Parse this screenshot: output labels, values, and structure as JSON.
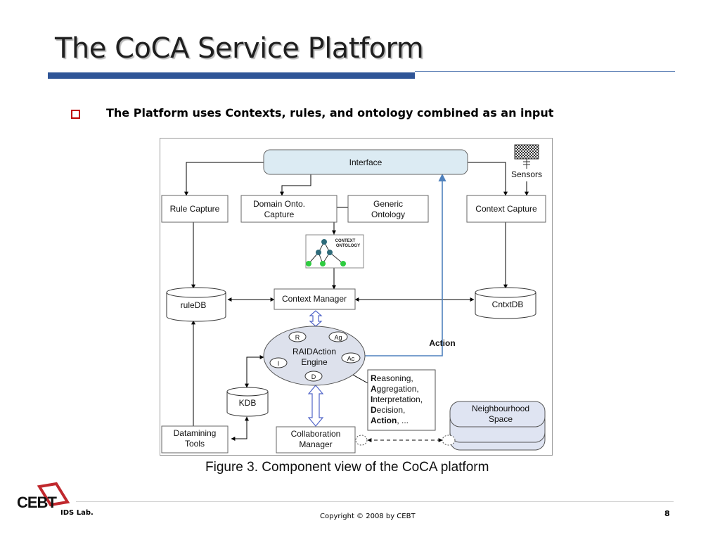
{
  "slide": {
    "title": "The CoCA Service Platform",
    "bullet": "The Platform uses Contexts, rules, and ontology combined as an input",
    "caption": "Figure 3. Component view of the CoCA platform"
  },
  "diagram": {
    "interface": "Interface",
    "sensors": "Sensors",
    "rule_capture": "Rule Capture",
    "domain_onto_1": "Domain Onto.",
    "domain_onto_2": "Capture",
    "generic_1": "Generic",
    "generic_2": "Ontology",
    "context_capture": "Context Capture",
    "ontology_label_1": "CONTEXT",
    "ontology_label_2": "ONTOLOGY",
    "ruledb": "ruleDB",
    "context_manager": "Context Manager",
    "cntxtdb": "CntxtDB",
    "engine_1": "RAIDAction",
    "engine_2": "Engine",
    "node_r": "R",
    "node_ag": "Ag",
    "node_i": "I",
    "node_ac": "Ac",
    "node_d": "D",
    "action": "Action",
    "kdb": "KDB",
    "legend": [
      {
        "b": "R",
        "rest": "easoning,"
      },
      {
        "b": "A",
        "rest": "ggregation,"
      },
      {
        "b": "I",
        "rest": "nterpretation,"
      },
      {
        "b": "D",
        "rest": "ecision,"
      },
      {
        "b": "Action",
        "rest": ", ..."
      }
    ],
    "neighbourhood_1": "Neighbourhood",
    "neighbourhood_2": "Space",
    "datamining_1": "Datamining",
    "datamining_2": "Tools",
    "collab_1": "Collaboration",
    "collab_2": "Manager"
  },
  "footer": {
    "logo_text": "CEBT",
    "lab": "IDS Lab.",
    "copyright": "Copyright © 2008 by CEBT",
    "page": "8"
  },
  "colors": {
    "title_bar": "#2f5597",
    "bullet": "#c00000",
    "interface_fill": "#dcebf3",
    "engine_fill": "#dde1ec",
    "neighbourhood_fill": "#dfe4f2",
    "action_arrow": "#4f81bd",
    "logo_red": "#c0282d"
  }
}
